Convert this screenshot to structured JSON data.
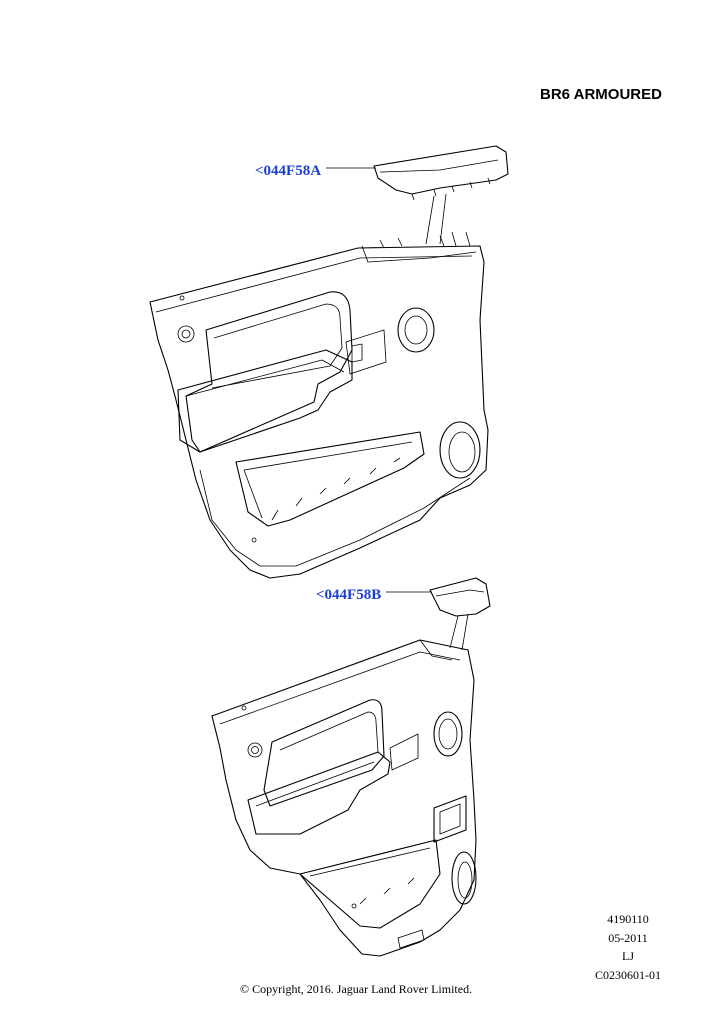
{
  "diagram": {
    "title": "BR6 ARMOURED",
    "callouts": [
      {
        "label": "<044F58A",
        "color": "#1a3fd0"
      },
      {
        "label": "<044F58B",
        "color": "#1a3fd0"
      }
    ],
    "meta_lines": [
      "4190110",
      "05-2011",
      "LJ",
      "C0230601-01"
    ],
    "copyright": "© Copyright, 2016. Jaguar Land Rover Limited."
  }
}
